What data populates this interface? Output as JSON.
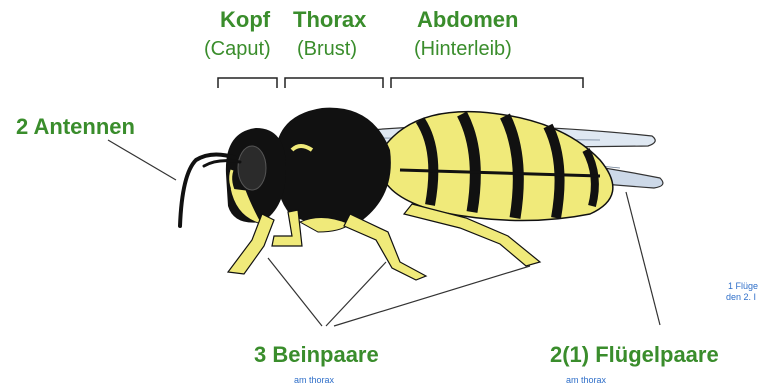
{
  "labels": {
    "kopf": "Kopf",
    "kopf_sub": "(Caput)",
    "thorax": "Thorax",
    "thorax_sub": "(Brust)",
    "abdomen": "Abdomen",
    "abdomen_sub": "(Hinterleib)",
    "antennen": "2 Antennen",
    "beinpaare": "3 Beinpaare",
    "beinpaare_note": "am thorax",
    "fluegelpaare": "2(1) Flügelpaare",
    "fluegelpaare_note": "am thorax",
    "side_note_line1": "1 Flüge",
    "side_note_line2": "den 2. I"
  },
  "colors": {
    "label_green": "#3a8d2c",
    "note_blue": "#2f6fc9",
    "wasp_yellow": "#f0ea7a",
    "wasp_black": "#111111",
    "wing_blue": "#c9d6e6"
  }
}
